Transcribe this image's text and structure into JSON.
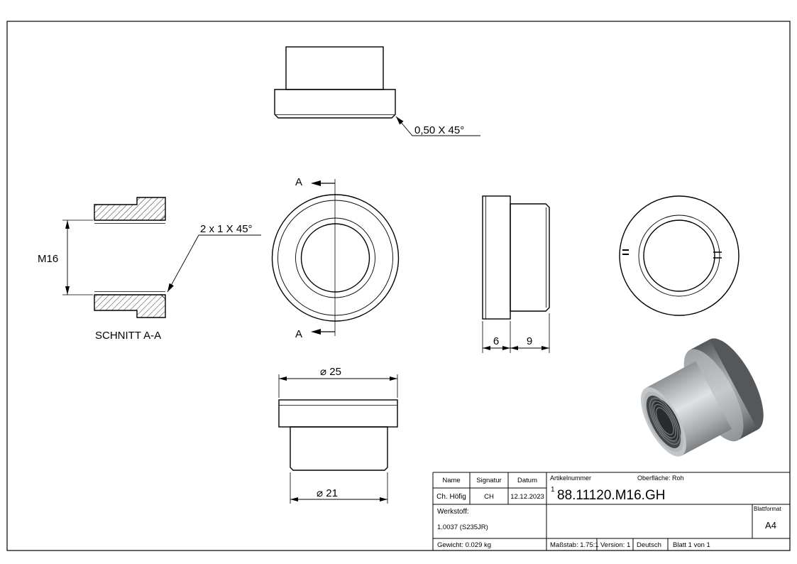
{
  "annotations": {
    "chamfer_top_note": "0,50 X 45°",
    "chamfer_bore_note": "2 x 1 X 45°",
    "thread_label": "M16",
    "section_title": "SCHNITT A-A",
    "section_arrow_top": "A",
    "section_arrow_bottom": "A",
    "dia_flange": "⌀ 25",
    "dia_body": "⌀ 21",
    "len_flange": "6",
    "len_body": "9"
  },
  "title_block": {
    "col_name": "Name",
    "col_signatur": "Signatur",
    "col_datum": "Datum",
    "artikelnummer_label": "Artikelnummer",
    "oberflaeche_label": "Oberfläche:  Roh",
    "name_value": "Ch. Höfig",
    "signatur_value": "CH",
    "datum_value": "12.12.2023",
    "artikel_prefix": "1",
    "artikel_nummer": "88.11120.M16.GH",
    "werkstoff_label": "Werkstoff:",
    "werkstoff_value": "1.0037 (S235JR)",
    "gewicht": "Gewicht: 0.029 kg",
    "massstab": "Maßstab: 1.75:1",
    "version": "Version: 1",
    "sprache": "Deutsch",
    "blatt": "Blatt 1 von 1",
    "blattformat_label": "Blattformat",
    "blattformat_value": "A4"
  },
  "colors": {
    "line": "#000000",
    "render_dark": "#54585b",
    "render_mid": "#9aa0a4",
    "render_light": "#c9ccce"
  }
}
